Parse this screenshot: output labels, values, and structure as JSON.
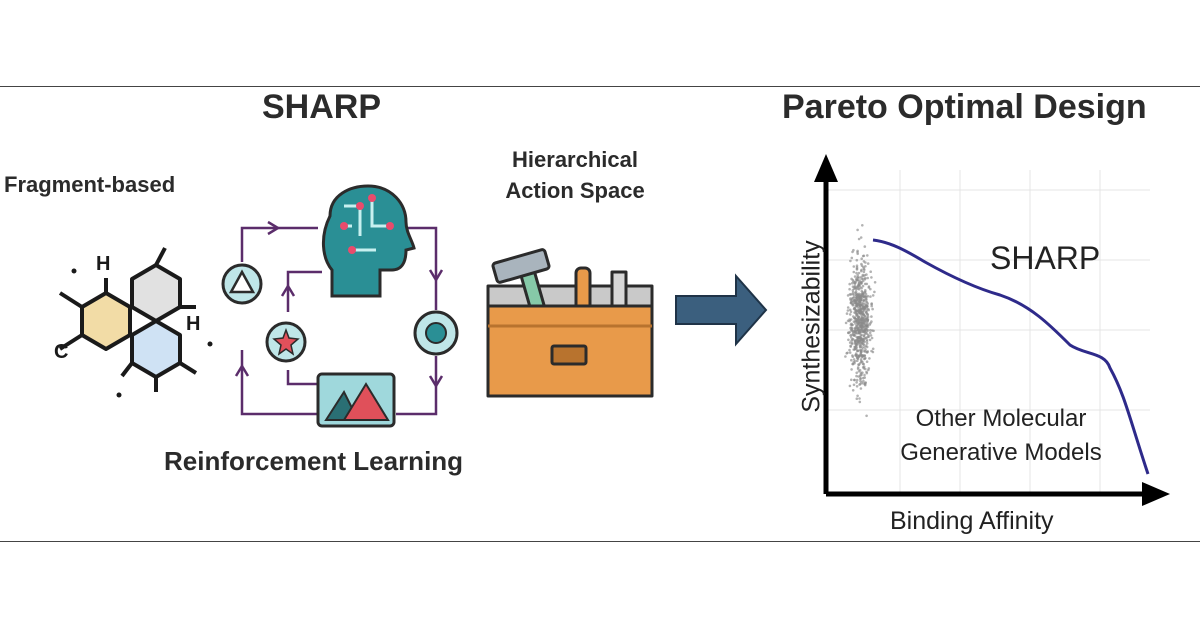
{
  "titles": {
    "left": "SHARP",
    "right": "Pareto Optimal Design"
  },
  "components": {
    "fragment": "Fragment-based",
    "hierarchical_line1": "Hierarchical",
    "hierarchical_line2": "Action Space",
    "reinforcement": "Reinforcement Learning"
  },
  "molecule_atoms": [
    "H",
    "H",
    "C"
  ],
  "plot": {
    "xlabel": "Binding Affinity",
    "ylabel": "Synthesizability",
    "curve_label": "SHARP",
    "cluster_label_line1": "Other Molecular",
    "cluster_label_line2": "Generative Models"
  },
  "colors": {
    "curve": "#2e2a8a",
    "arrow": "#3b5f7e",
    "hex_yellow": "#f2dca6",
    "hex_gray": "#e1e1e1",
    "hex_blue": "#cfe2f4",
    "cycle": "#5b2d6b",
    "toolbox": "#e89a4a"
  }
}
